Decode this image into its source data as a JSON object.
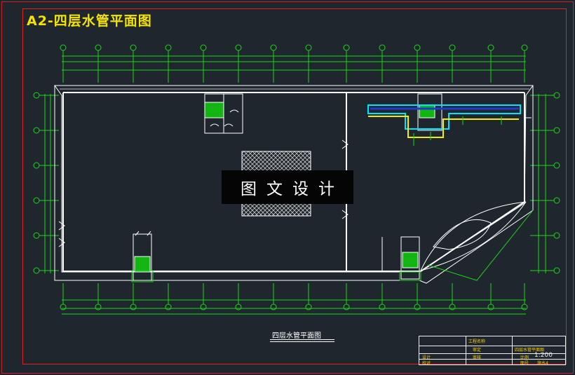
{
  "sheet": {
    "title": "A2-四层水管平面图",
    "plan_caption": "四层水管平面图",
    "watermark": "图文设计"
  },
  "title_block": {
    "project_name": "工程名称",
    "drawing_name": "四层水管平面图",
    "scale_label": "比例",
    "scale_value": "1:200",
    "row_labels": [
      "审定",
      "审核",
      "设计",
      "校对"
    ],
    "drawing_no_label": "图号",
    "drawing_no": "施水4"
  },
  "colors": {
    "background": "#1f262d",
    "dimension_lines": "#16d916",
    "walls": "#ffffff",
    "frame": "#dd2222",
    "title": "#f5e400",
    "pipe_cyan": "#00e5ff",
    "pipe_yellow": "#f0f000"
  }
}
